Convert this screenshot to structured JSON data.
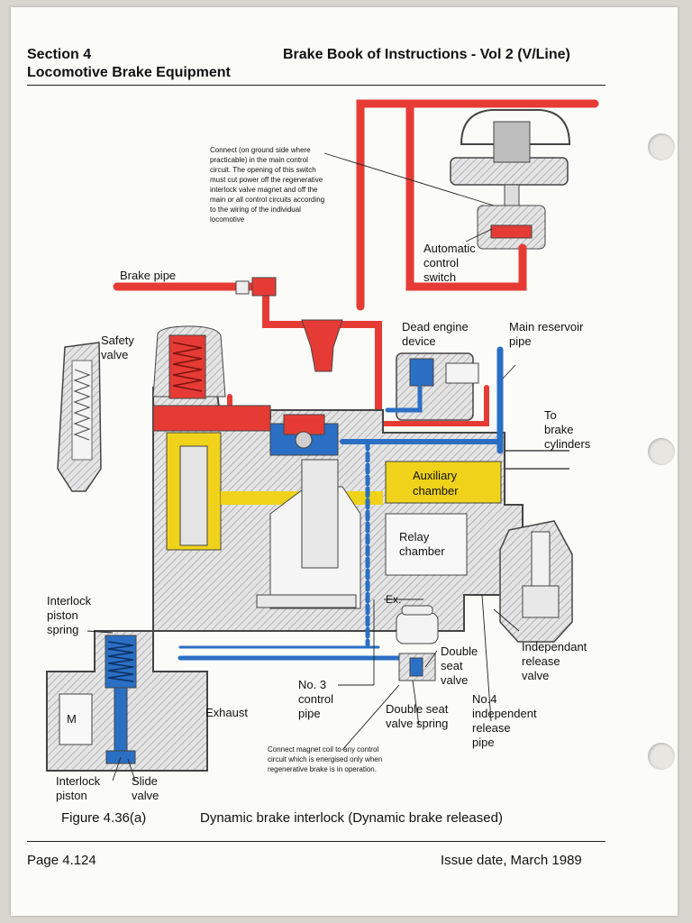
{
  "header": {
    "section": "Section 4",
    "subtitle": "Locomotive Brake Equipment",
    "book_title": "Brake Book of Instructions - Vol 2 (V/Line)"
  },
  "diagram": {
    "note_top": [
      "Connect (on ground side where",
      "practicable) in the main control",
      "circuit. The opening of this switch",
      "must cut power off the regenerative",
      "interlock valve magnet and off the",
      "main or all control circuits according",
      "to the wiring of the individual",
      "locomotive"
    ],
    "note_bottom": [
      "Connect magnet coil to any control",
      "circuit which is energised only when",
      "regenerative brake is in operation."
    ],
    "labels": {
      "brake_pipe": "Brake pipe",
      "automatic_control_switch": [
        "Automatic",
        "control",
        "switch"
      ],
      "safety_valve": [
        "Safety",
        "valve"
      ],
      "dead_engine_device": [
        "Dead engine",
        "device"
      ],
      "main_reservoir_pipe": [
        "Main reservoir",
        "pipe"
      ],
      "to_brake_cylinders": [
        "To",
        "brake",
        "cylinders"
      ],
      "auxiliary_chamber": [
        "Auxiliary",
        "chamber"
      ],
      "relay_chamber": [
        "Relay",
        "chamber"
      ],
      "interlock_piston_spring": [
        "Interlock",
        "piston",
        "spring"
      ],
      "ex": "Ex.",
      "double_seat_valve": [
        "Double",
        "seat",
        "valve"
      ],
      "independant_release_valve": [
        "Independant",
        "release",
        "valve"
      ],
      "no3_control_pipe": [
        "No. 3",
        "control",
        "pipe"
      ],
      "exhaust": "Exhaust",
      "m": "M",
      "double_seat_valve_spring": [
        "Double seat",
        "valve spring"
      ],
      "no4_independent_release_pipe": [
        "No.4",
        "independent",
        "release",
        "pipe"
      ],
      "interlock_piston": [
        "Interlock",
        "piston"
      ],
      "slide_valve": [
        "Slide",
        "valve"
      ]
    }
  },
  "caption": {
    "number": "Figure 4.36(a)",
    "title": "Dynamic brake interlock (Dynamic brake released)"
  },
  "footer": {
    "page": "Page 4.124",
    "issue_date": "Issue date, March 1989"
  },
  "colors": {
    "brake_pipe_red": "#e63b35",
    "reservoir_blue": "#2a6fc4",
    "auxiliary_yellow": "#f0d21a",
    "body_grey": "#cfcfcf"
  }
}
